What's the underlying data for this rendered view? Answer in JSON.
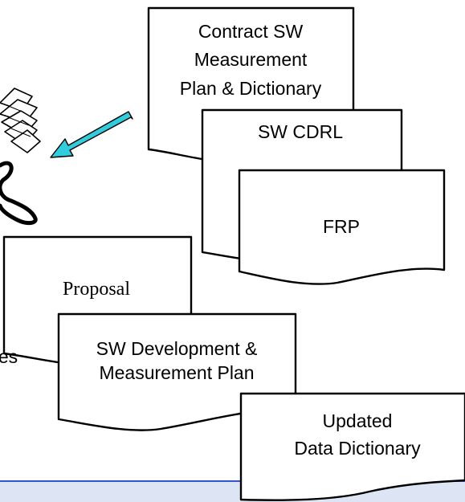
{
  "colors": {
    "arrow": "#33CCDD",
    "footer_band": "#DDE4F4",
    "footer_line": "#3355CC"
  },
  "icons": {
    "paper_stack": "paper-stack-icon",
    "arrow": "arrow-icon"
  },
  "documents": {
    "contract": {
      "line1": "Contract SW",
      "line2": "Measurement",
      "line3": "Plan & Dictionary"
    },
    "sw_cdrl": {
      "label": "SW CDRL"
    },
    "frp": {
      "label": "FRP"
    },
    "proposal": {
      "label": "Proposal"
    },
    "sw_dev_plan": {
      "line1": "SW Development &",
      "line2": "Measurement Plan"
    },
    "updated_dict": {
      "line1": "Updated",
      "line2": "Data Dictionary"
    }
  },
  "partial_label": "es"
}
